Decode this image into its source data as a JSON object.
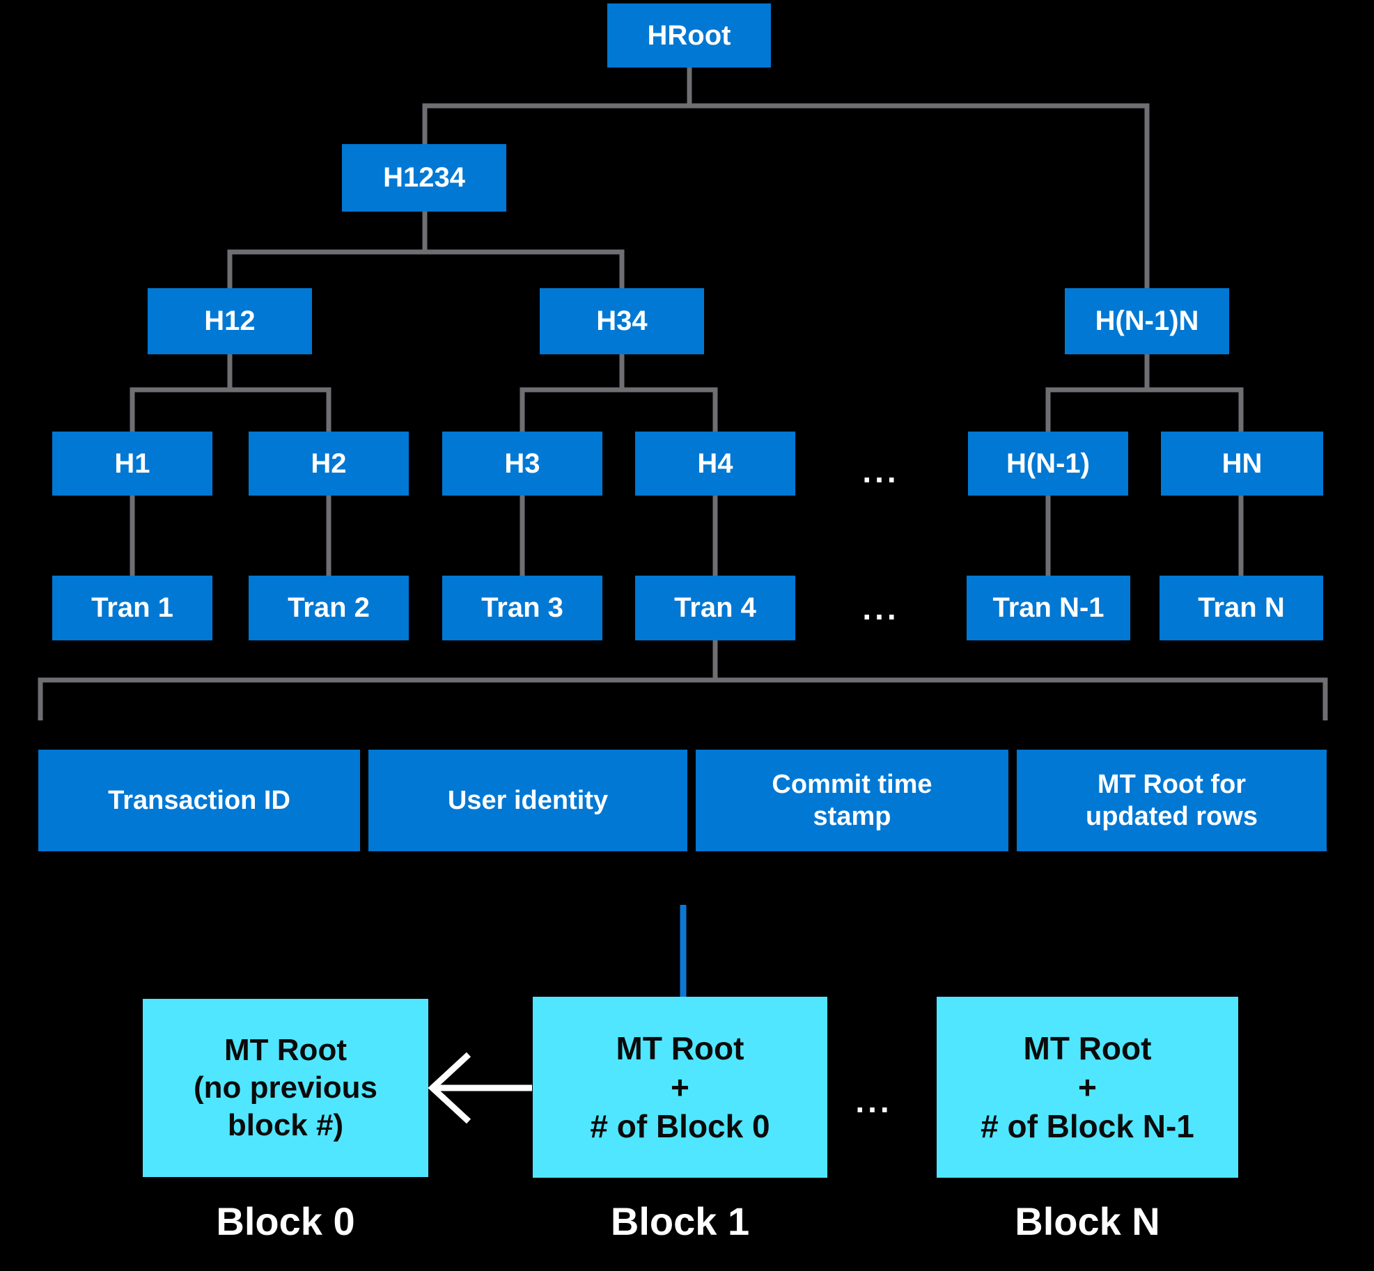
{
  "diagram": {
    "title_semantics": "Merkle tree of transactions hashed into ledger blocks",
    "ellipsis": "...",
    "nodes": {
      "hroot": "HRoot",
      "h1234": "H1234",
      "h12": "H12",
      "h34": "H34",
      "hn1n": "H(N-1)N",
      "h1": "H1",
      "h2": "H2",
      "h3": "H3",
      "h4": "H4",
      "hn1": "H(N-1)",
      "hn": "HN",
      "tran1": "Tran 1",
      "tran2": "Tran 2",
      "tran3": "Tran 3",
      "tran4": "Tran 4",
      "tranN1": "Tran N-1",
      "tranN": "Tran N"
    },
    "transaction_detail": {
      "transaction_id": "Transaction ID",
      "user_identity": "User identity",
      "commit_time_stamp": "Commit time\nstamp",
      "mt_root_updated_rows": "MT Root for\nupdated rows"
    },
    "blocks": {
      "block0_content": "MT Root\n(no previous\nblock #)",
      "block1_content": "MT Root\n+\n# of Block 0",
      "blockN_content": "MT Root\n+\n# of Block N-1",
      "block0_label": "Block 0",
      "block1_label": "Block 1",
      "blockN_label": "Block N"
    },
    "colors": {
      "node_fill": "#0078d4",
      "node_text": "#ffffff",
      "block_fill": "#50e6ff",
      "block_text": "#0b0b0b",
      "connector_gray": "#6e6e73",
      "connector_blue": "#0d78d3",
      "arrow_white": "#ffffff",
      "background": "#000000"
    }
  }
}
